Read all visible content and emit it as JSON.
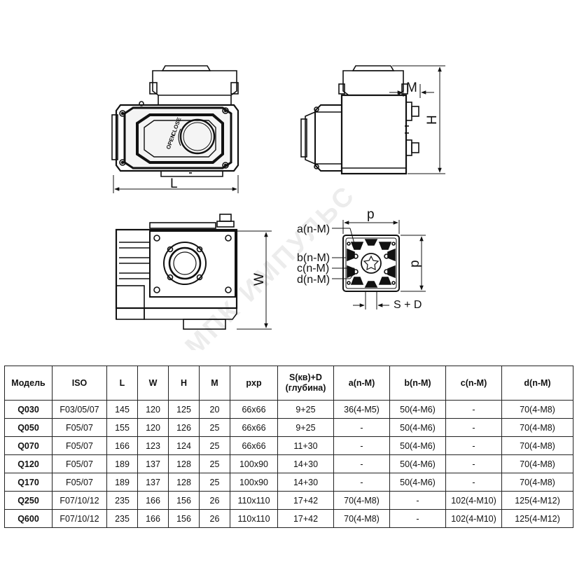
{
  "drawing_labels": {
    "L": "L",
    "M": "M",
    "H": "H",
    "W": "W",
    "p_top": "p",
    "p_side": "p",
    "a": "a(n-M)",
    "b": "b(n-M)",
    "c": "c(n-M)",
    "d": "d(n-M)",
    "sd": "S + D",
    "open": "OPEN",
    "close": "CLOSE"
  },
  "watermark": "МПК ИМПУЛЬС",
  "table": {
    "headers": [
      "Модель",
      "ISO",
      "L",
      "W",
      "H",
      "M",
      "pxp",
      "S(кв)+D\n(глубина)",
      "a(n-M)",
      "b(n-M)",
      "c(n-M)",
      "d(n-M)"
    ],
    "rows": [
      [
        "Q030",
        "F03/05/07",
        "145",
        "120",
        "125",
        "20",
        "66x66",
        "9+25",
        "36(4-M5)",
        "50(4-M6)",
        "-",
        "70(4-M8)"
      ],
      [
        "Q050",
        "F05/07",
        "155",
        "120",
        "126",
        "25",
        "66x66",
        "9+25",
        "-",
        "50(4-M6)",
        "-",
        "70(4-M8)"
      ],
      [
        "Q070",
        "F05/07",
        "166",
        "123",
        "124",
        "25",
        "66x66",
        "11+30",
        "-",
        "50(4-M6)",
        "-",
        "70(4-M8)"
      ],
      [
        "Q120",
        "F05/07",
        "189",
        "137",
        "128",
        "25",
        "100x90",
        "14+30",
        "-",
        "50(4-M6)",
        "-",
        "70(4-M8)"
      ],
      [
        "Q170",
        "F05/07",
        "189",
        "137",
        "128",
        "25",
        "100x90",
        "14+30",
        "-",
        "50(4-M6)",
        "-",
        "70(4-M8)"
      ],
      [
        "Q250",
        "F07/10/12",
        "235",
        "166",
        "156",
        "26",
        "110x110",
        "17+42",
        "70(4-M8)",
        "-",
        "102(4-M10)",
        "125(4-M12)"
      ],
      [
        "Q600",
        "F07/10/12",
        "235",
        "166",
        "156",
        "26",
        "110x110",
        "17+42",
        "70(4-M8)",
        "-",
        "102(4-M10)",
        "125(4-M12)"
      ]
    ]
  }
}
